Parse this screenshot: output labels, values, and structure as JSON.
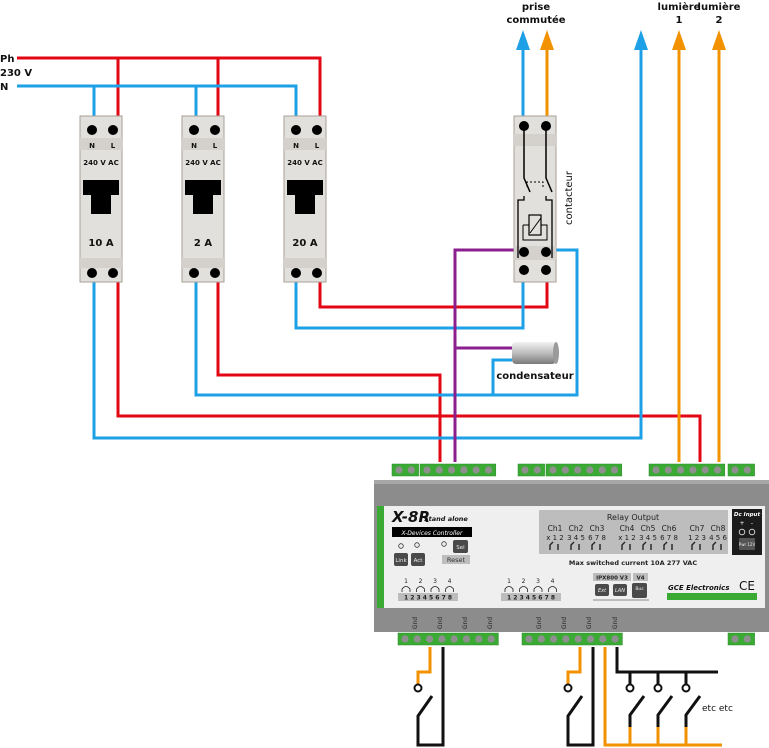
{
  "supply": {
    "phase": "Ph",
    "voltage": "230 V",
    "neutral": "N"
  },
  "colors": {
    "phase": "#e30613",
    "neutral": "#1ea0e6",
    "switched": "#f39200",
    "control": "#8b1f8f",
    "input": "#111111",
    "terminal": "#3aaa35",
    "module": "#8c8c8c"
  },
  "breakers": [
    {
      "n": "N",
      "l": "L",
      "rating": "240 V AC",
      "amps": "10 A"
    },
    {
      "n": "N",
      "l": "L",
      "rating": "240 V AC",
      "amps": "2 A"
    },
    {
      "n": "N",
      "l": "L",
      "rating": "240 V AC",
      "amps": "20 A"
    }
  ],
  "contactor": {
    "label": "contacteur"
  },
  "capacitor": {
    "label": "condensateur"
  },
  "outputs": {
    "socket_line1": "prise",
    "socket_line2": "commutée",
    "light1_line1": "lumière",
    "light1_line2": "1",
    "light2_line1": "lumière",
    "light2_line2": "2"
  },
  "module": {
    "model": "X-8R",
    "subtitle": "Stand alone",
    "controller": "X-Devices Controller",
    "btn_link": "Link",
    "btn_act": "Act",
    "btn_sel": "Sel",
    "btn_reset": "Reset",
    "relay_title": "Relay Output",
    "channels": [
      {
        "name": "Ch1",
        "pins": "x 1 2"
      },
      {
        "name": "Ch2",
        "pins": "3 4 5"
      },
      {
        "name": "Ch3",
        "pins": "6 7 8"
      },
      {
        "name": "Ch4",
        "pins": "x 1 2"
      },
      {
        "name": "Ch5",
        "pins": "3 4 5"
      },
      {
        "name": "Ch6",
        "pins": "6 7 8"
      },
      {
        "name": "Ch7",
        "pins": "1 2 3"
      },
      {
        "name": "Ch8",
        "pins": "4 5 6"
      }
    ],
    "max_current": "Max switched current  10A  277 VAC",
    "dc_input": "Dc Input",
    "dc_plus": "+",
    "dc_minus": "-",
    "dc_pwr": "Pwr 12V",
    "input_groups": [
      "1",
      "2",
      "3",
      "4"
    ],
    "input_pins": "1 2 3  4 5 6 7 8",
    "ipx_label": "IPX800 V3",
    "v4_label": "V4",
    "btn_ext": "Ext",
    "btn_lan": "LAN",
    "btn_bus": "Bus",
    "brand": "GCE Electronics",
    "ce": "CE",
    "gnd": "Gnd"
  },
  "etc": "etc etc"
}
